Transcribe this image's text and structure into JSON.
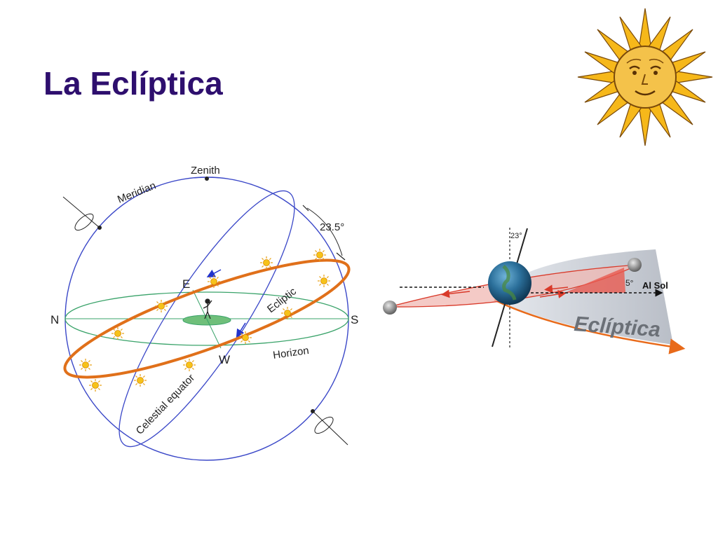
{
  "slide": {
    "title": "La Eclíptica"
  },
  "sphere": {
    "labels": {
      "zenith": "Zenith",
      "meridian": "Meridian",
      "angle": "23.5°",
      "east": "E",
      "west": "W",
      "north": "N",
      "south": "S",
      "ecliptic": "Ecliptic",
      "horizon": "Horizon",
      "celestial_equator": "Celestial equator"
    },
    "colors": {
      "sphere": "#3b48c8",
      "ecliptic": "#e0701a",
      "horizon": "#3aa36a",
      "sun": "#f6c21a"
    }
  },
  "orbit": {
    "labels": {
      "tilt": "23°",
      "inclination": "5°",
      "to_sun": "Al Sol",
      "ecliptic": "Eclíptica"
    },
    "colors": {
      "plane": "#c9cdd4",
      "orbit": "#d93a2a",
      "arrow": "#e86a1a"
    }
  }
}
